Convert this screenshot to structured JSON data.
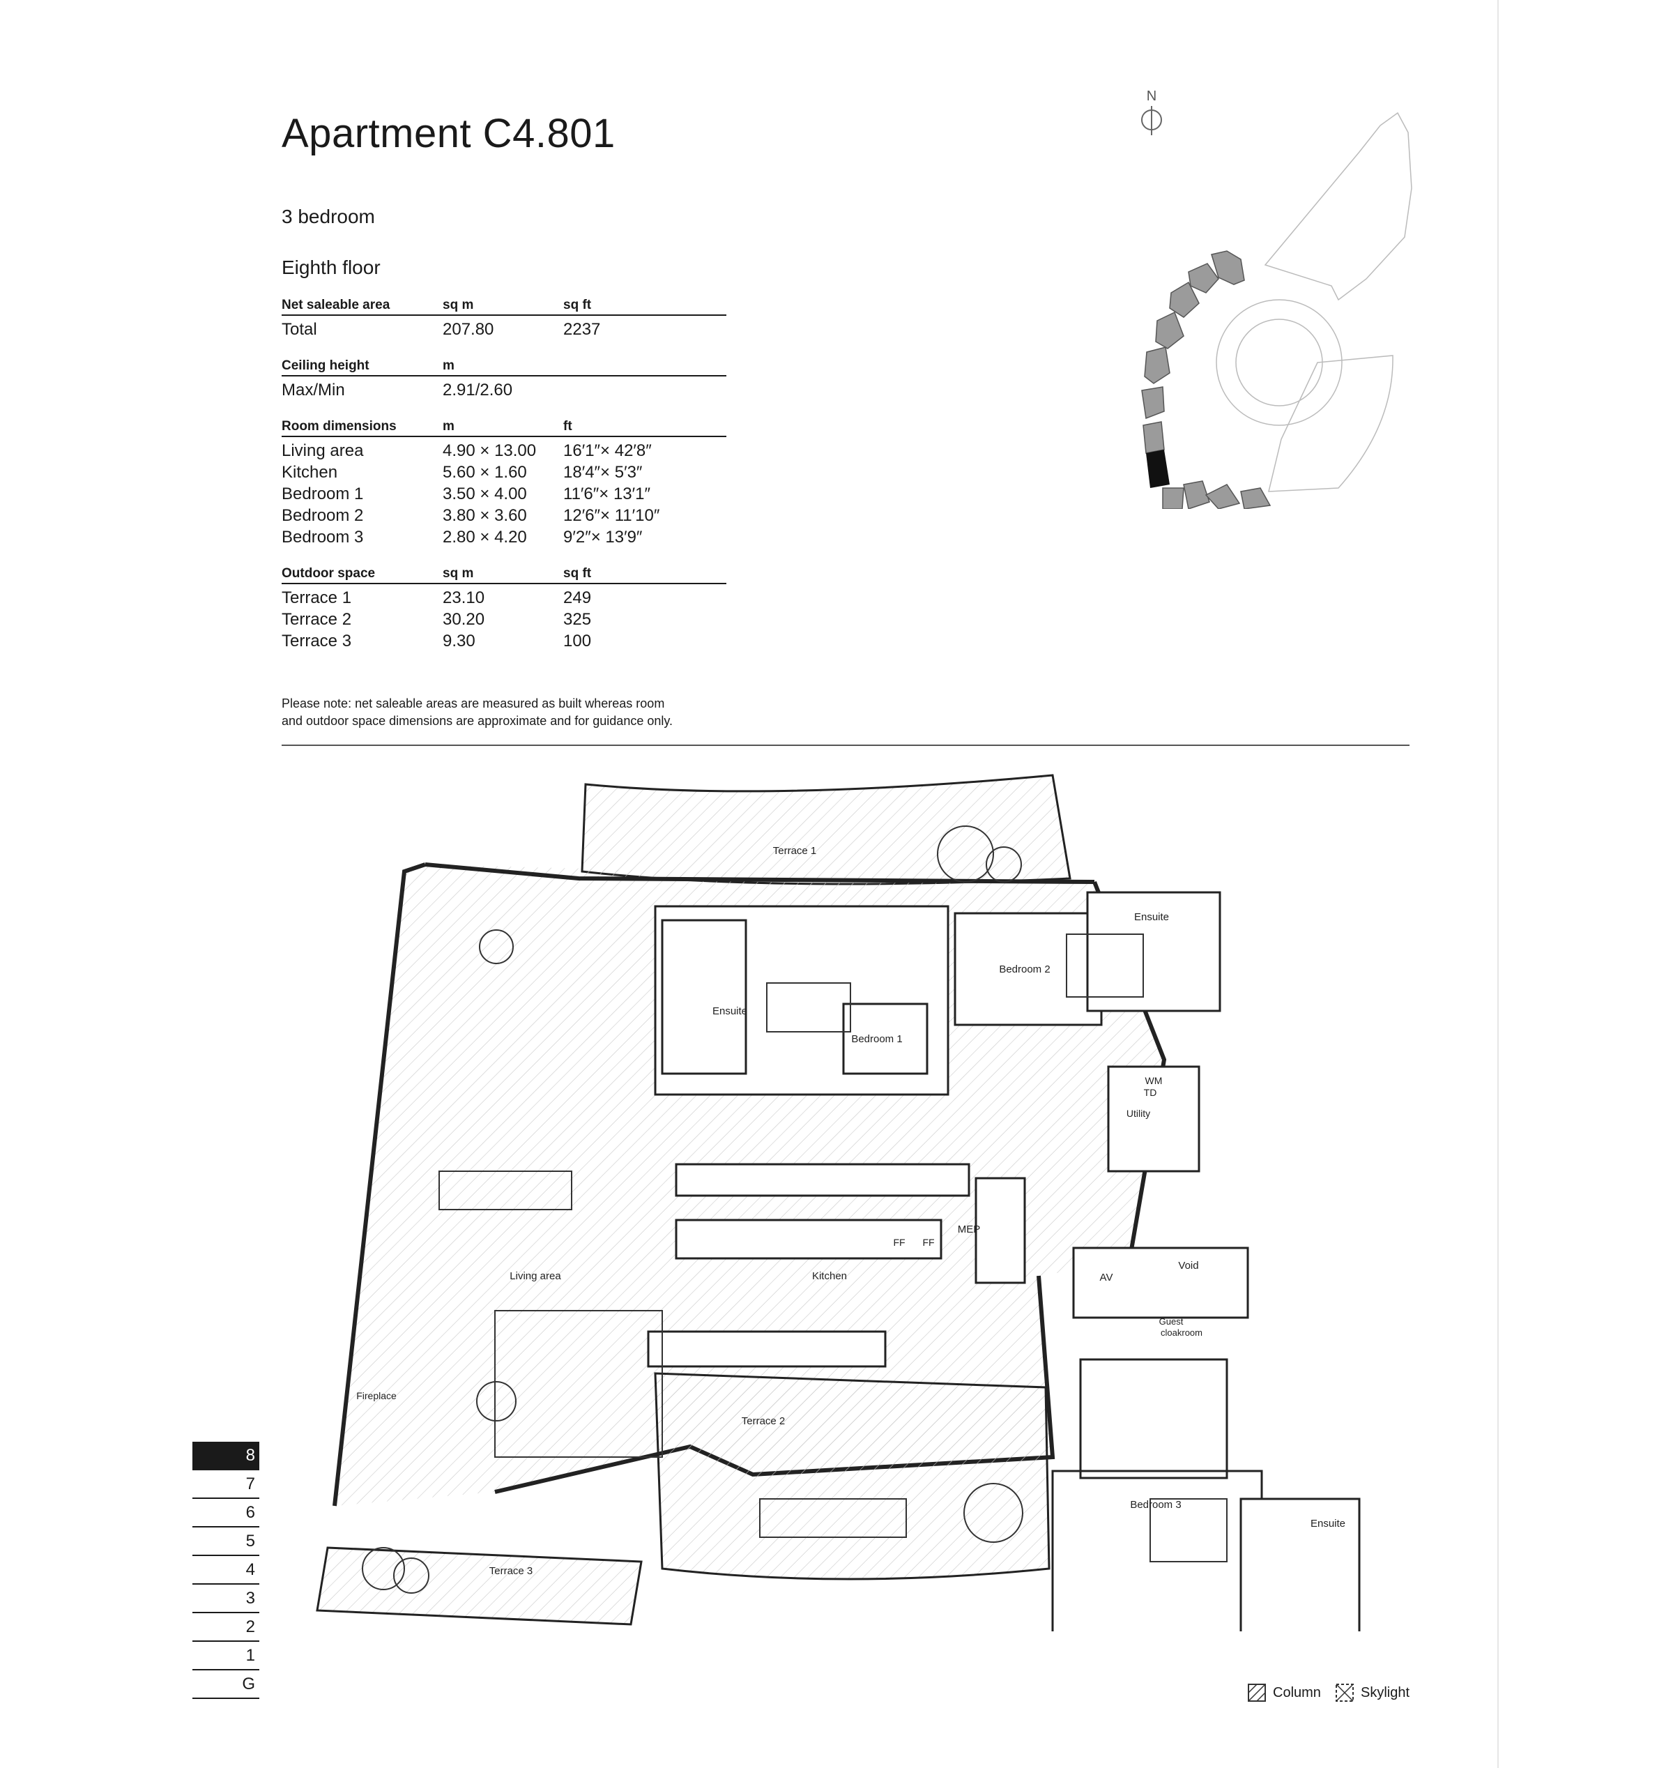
{
  "header": {
    "title": "Apartment C4.801",
    "type": "3 bedroom",
    "floor": "Eighth floor"
  },
  "net_saleable_area": {
    "heading": [
      "Net saleable area",
      "sq m",
      "sq ft"
    ],
    "rows": [
      [
        "Total",
        "207.80",
        "2237"
      ]
    ]
  },
  "ceiling_height": {
    "heading": [
      "Ceiling height",
      "m",
      ""
    ],
    "rows": [
      [
        "Max/Min",
        "2.91/2.60",
        ""
      ]
    ]
  },
  "room_dimensions": {
    "heading": [
      "Room dimensions",
      "m",
      "ft"
    ],
    "rows": [
      [
        "Living area",
        "4.90 × 13.00",
        "16′1″× 42′8″"
      ],
      [
        "Kitchen",
        "5.60 × 1.60",
        "18′4″× 5′3″"
      ],
      [
        "Bedroom 1",
        "3.50 × 4.00",
        "11′6″× 13′1″"
      ],
      [
        "Bedroom 2",
        "3.80 × 3.60",
        "12′6″× 11′10″"
      ],
      [
        "Bedroom 3",
        "2.80 × 4.20",
        "9′2″× 13′9″"
      ]
    ]
  },
  "outdoor_space": {
    "heading": [
      "Outdoor space",
      "sq m",
      "sq ft"
    ],
    "rows": [
      [
        "Terrace 1",
        "23.10",
        "249"
      ],
      [
        "Terrace 2",
        "30.20",
        "325"
      ],
      [
        "Terrace 3",
        "9.30",
        "100"
      ]
    ]
  },
  "note": {
    "line1": "Please note: net saleable areas are measured as built whereas room",
    "line2": "and outdoor space dimensions are approximate and for guidance only."
  },
  "keyplan": {
    "north_label": "N",
    "highlight_color": "#111111",
    "building_color": "#9b9b9b"
  },
  "plan_labels": {
    "terrace1": "Terrace 1",
    "terrace2": "Terrace 2",
    "terrace3": "Terrace 3",
    "ensuite_b1": "Ensuite",
    "bedroom1": "Bedroom 1",
    "ensuite_b2": "Ensuite",
    "bedroom2": "Bedroom 2",
    "wm": "WM",
    "td": "TD",
    "utility": "Utility",
    "living": "Living area",
    "kitchen": "Kitchen",
    "ff1": "FF",
    "ff2": "FF",
    "mep": "MEP",
    "av": "AV",
    "void": "Void",
    "guest1": "Guest",
    "guest2": "cloakroom",
    "fireplace": "Fireplace",
    "bedroom3": "Bedroom 3",
    "ensuite_b3": "Ensuite"
  },
  "floor_nav": {
    "items": [
      "8",
      "7",
      "6",
      "5",
      "4",
      "3",
      "2",
      "1",
      "G"
    ],
    "active": "8"
  },
  "legend": {
    "column": "Column",
    "skylight": "Skylight"
  }
}
